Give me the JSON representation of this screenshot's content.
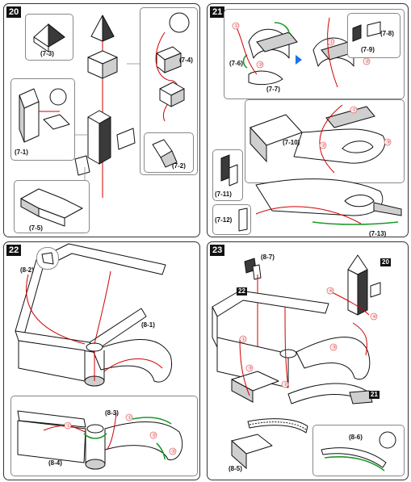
{
  "panels": [
    {
      "id": "20",
      "labels": [
        "(7-3)",
        "(7-4)",
        "(7-1)",
        "(7-2)",
        "(7-5)"
      ]
    },
    {
      "id": "21",
      "labels": [
        "(7-6)",
        "(7-7)",
        "(7-8)",
        "(7-9)",
        "(7-10)",
        "(7-11)",
        "(7-12)",
        "(7-13)"
      ],
      "callouts": [
        "①",
        "②",
        "③",
        "①",
        "②",
        "③",
        "①",
        "②",
        "③"
      ]
    },
    {
      "id": "22",
      "labels": [
        "(8-2)",
        "(8-1)",
        "(8-3)",
        "(8-4)"
      ],
      "callouts": [
        "①",
        "②",
        "①",
        "②"
      ]
    },
    {
      "id": "23",
      "labels": [
        "(8-7)",
        "(8-5)",
        "(8-6)"
      ],
      "refs": [
        "20",
        "22",
        "21"
      ],
      "callouts": [
        "①",
        "②",
        "③",
        "④",
        "④",
        "③"
      ]
    }
  ]
}
